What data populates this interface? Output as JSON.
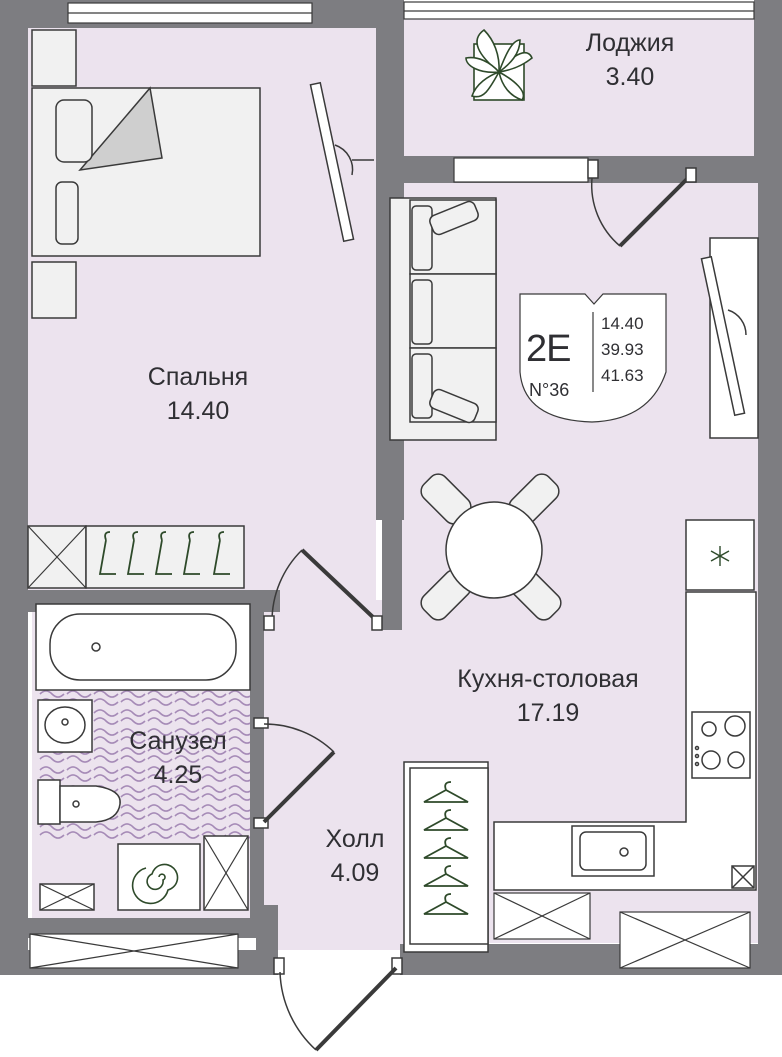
{
  "colors": {
    "wall": "#7d7d81",
    "floor": "#ece3ee",
    "tile": "#9a7cae",
    "furniture_fill": "#f1f1f1",
    "furniture_stroke": "#3a3a3a",
    "accent": "#2e4a2a",
    "text": "#2f2f33"
  },
  "rooms": {
    "loggia": {
      "name": "Лоджия",
      "area": "3.40"
    },
    "bedroom": {
      "name": "Спальня",
      "area": "14.40"
    },
    "kitchen": {
      "name": "Кухня-столовая",
      "area": "17.19"
    },
    "bathroom": {
      "name": "Санузел",
      "area": "4.25"
    },
    "hall": {
      "name": "Холл",
      "area": "4.09"
    }
  },
  "apartment": {
    "type_code": "2E",
    "number": "N°36",
    "areas": [
      "14.40",
      "39.93",
      "41.63"
    ]
  },
  "icons": [
    "plant-icon",
    "snowflake-icon",
    "hanger-icon",
    "spiral-icon",
    "stove-icon",
    "sink-icon"
  ]
}
